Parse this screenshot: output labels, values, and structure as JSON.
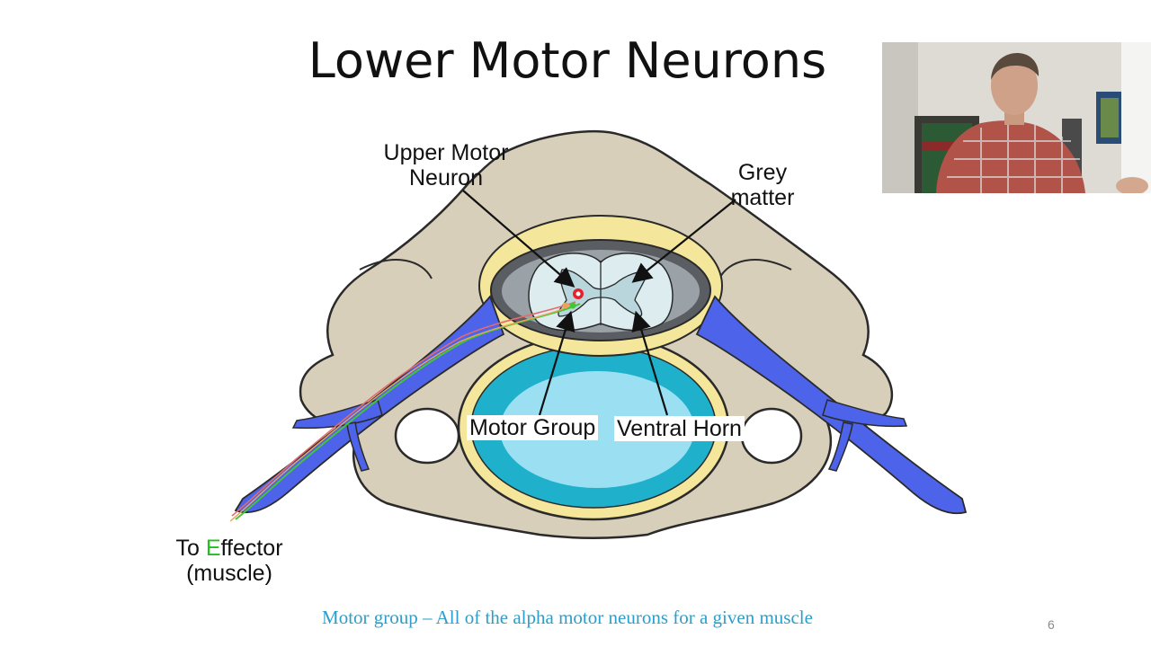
{
  "slide": {
    "title": "Lower Motor Neurons",
    "caption": "Motor group – All of the alpha motor neurons for a given muscle",
    "page_number": "6"
  },
  "diagram": {
    "labels": {
      "upper_motor_neuron_line1": "Upper Motor",
      "upper_motor_neuron_line2": "Neuron",
      "grey_matter_line1": "Grey",
      "grey_matter_line2": "matter",
      "motor_group": "Motor Group",
      "ventral_horn": "Ventral Horn",
      "to_effector_prefix": "To ",
      "to_effector_highlight": "E",
      "to_effector_suffix": "ffector",
      "to_effector_line2": "(muscle)"
    }
  },
  "colors": {
    "bone": "#d8cfbb",
    "bone_outline": "#2a2a2a",
    "dura_yellow": "#f4e69a",
    "nerve_blue": "#4d63ea",
    "disc_teal": "#1fb0cc",
    "disc_light": "#9ae0f2",
    "cord_grey": "#5a5d62",
    "white_matter": "#dcecef",
    "grey_matter": "#b8d6dc",
    "highlight_green": "#22c01e",
    "caption_blue": "#2a9fcc"
  }
}
